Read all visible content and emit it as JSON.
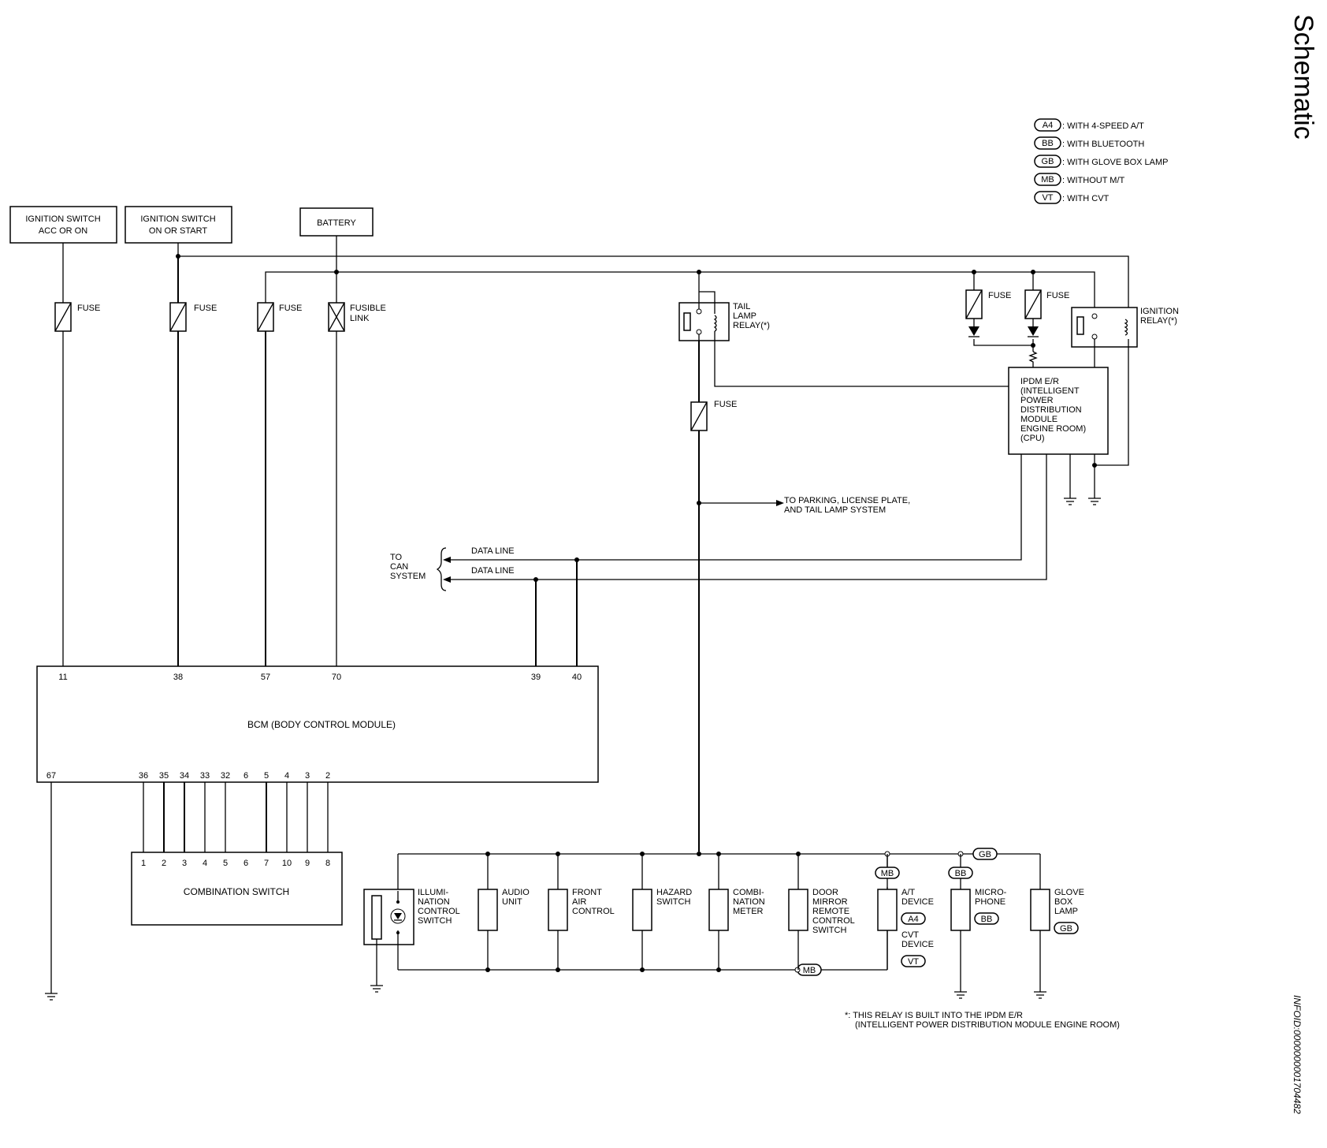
{
  "page_title": "Schematic",
  "info_id": "INFOID:0000000001704482",
  "legend": [
    {
      "code": "A4",
      "text": ": WITH 4-SPEED A/T"
    },
    {
      "code": "BB",
      "text": ": WITH BLUETOOTH"
    },
    {
      "code": "GB",
      "text": ": WITH GLOVE BOX LAMP"
    },
    {
      "code": "MB",
      "text": ": WITHOUT M/T"
    },
    {
      "code": "VT",
      "text": ": WITH CVT"
    }
  ],
  "sources": {
    "ign_acc": [
      "IGNITION SWITCH",
      "ACC OR ON"
    ],
    "ign_on": [
      "IGNITION SWITCH",
      "ON OR START"
    ],
    "battery": "BATTERY"
  },
  "fuse_label": "FUSE",
  "fusible_link": [
    "FUSIBLE",
    "LINK"
  ],
  "tail_relay": [
    "TAIL",
    "LAMP",
    "RELAY(*)"
  ],
  "ign_relay": [
    "IGNITION",
    "RELAY(*)"
  ],
  "ipdm": [
    "IPDM E/R",
    "(INTELLIGENT",
    "POWER",
    "DISTRIBUTION",
    "MODULE",
    "ENGINE ROOM)",
    "(CPU)"
  ],
  "to_parking": [
    "TO PARKING, LICENSE PLATE,",
    "AND TAIL LAMP SYSTEM"
  ],
  "to_can": [
    "TO",
    "CAN",
    "SYSTEM"
  ],
  "data_line": "DATA LINE",
  "bcm": {
    "label": "BCM (BODY CONTROL MODULE)",
    "top_pins": [
      "11",
      "38",
      "57",
      "70",
      "39",
      "40"
    ],
    "bottom_pins": [
      "67",
      "36",
      "35",
      "34",
      "33",
      "32",
      "6",
      "5",
      "4",
      "3",
      "2"
    ]
  },
  "combination_switch": {
    "label": "COMBINATION SWITCH",
    "pins": [
      "1",
      "2",
      "3",
      "4",
      "5",
      "6",
      "7",
      "10",
      "9",
      "8"
    ]
  },
  "loads": {
    "illum": [
      "ILLUMI-",
      "NATION",
      "CONTROL",
      "SWITCH"
    ],
    "audio": [
      "AUDIO",
      "UNIT"
    ],
    "front_air": [
      "FRONT",
      "AIR",
      "CONTROL"
    ],
    "hazard": [
      "HAZARD",
      "SWITCH"
    ],
    "combi": [
      "COMBI-",
      "NATION",
      "METER"
    ],
    "door_mirror": [
      "DOOR",
      "MIRROR",
      "REMOTE",
      "CONTROL",
      "SWITCH"
    ],
    "at_device": [
      "A/T",
      "DEVICE"
    ],
    "cvt_device": [
      "CVT",
      "DEVICE"
    ],
    "microphone": [
      "MICRO-",
      "PHONE"
    ],
    "glove_box": [
      "GLOVE",
      "BOX",
      "LAMP"
    ]
  },
  "footnote": [
    "*: THIS RELAY IS BUILT INTO THE IPDM E/R",
    "(INTELLIGENT POWER DISTRIBUTION MODULE ENGINE ROOM)"
  ]
}
